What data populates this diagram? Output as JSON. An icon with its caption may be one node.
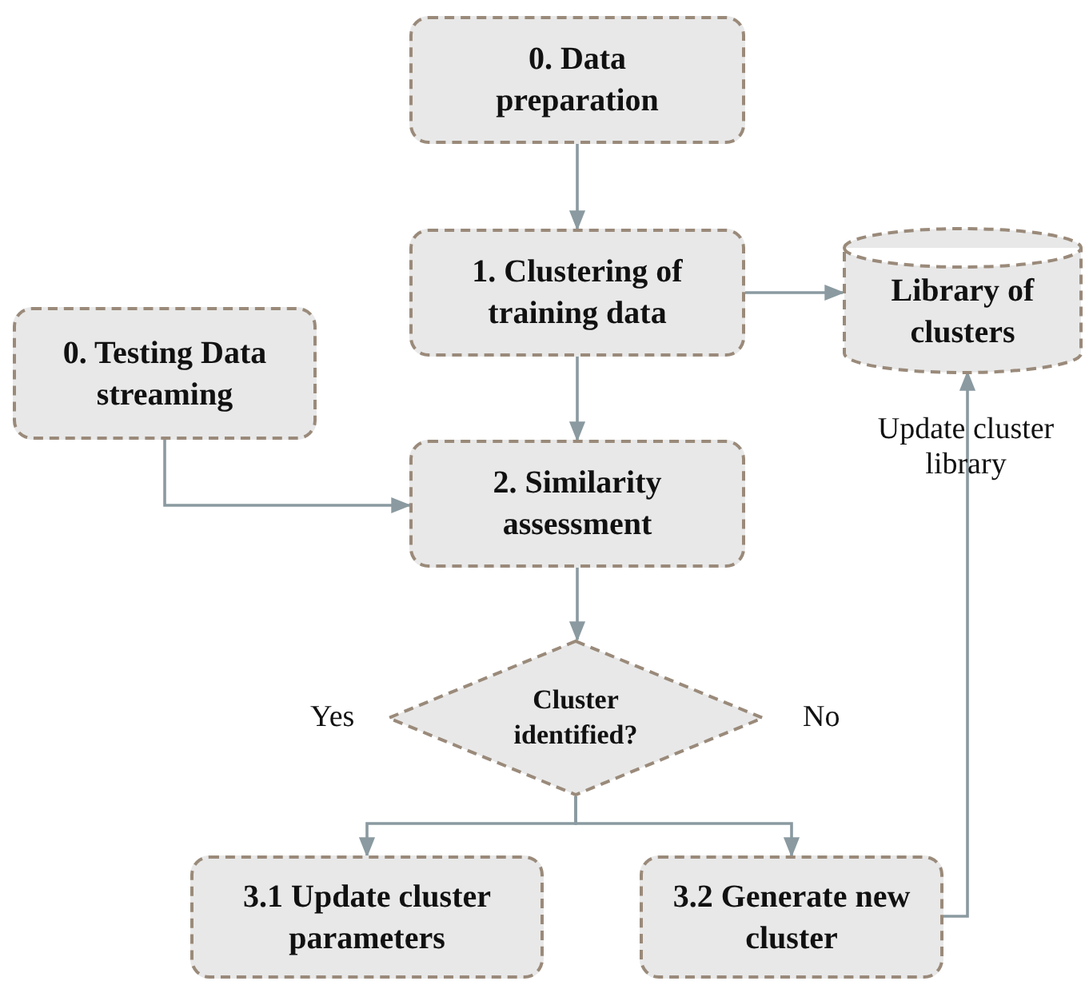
{
  "diagram": {
    "nodes": [
      {
        "text": [
          "0. Data preparation"
        ]
      },
      {
        "text": [
          "1. Clustering of training data"
        ]
      },
      {
        "text": [
          "Library of clusters"
        ]
      },
      {
        "text": [
          "0. Testing Data streaming"
        ]
      },
      {
        "text": [
          "2. Similarity assessment"
        ]
      },
      {
        "text": [
          "Cluster identified?"
        ]
      },
      {
        "text": [
          "3.1 Update cluster parameters"
        ]
      },
      {
        "text": [
          "3.2 Generate new cluster"
        ]
      }
    ],
    "edges": [
      {
        "from": 0,
        "to": 1,
        "arrow": "to"
      },
      {
        "from": 1,
        "to": 2,
        "arrow": "to"
      },
      {
        "from": 1,
        "to": 4,
        "arrow": "to"
      },
      {
        "from": 3,
        "to": 4,
        "arrow": "to"
      },
      {
        "from": 4,
        "to": 5,
        "arrow": "to"
      },
      {
        "from": 5,
        "to": 6,
        "arrow": "to",
        "label": "Yes"
      },
      {
        "from": 5,
        "to": 7,
        "arrow": "to",
        "label": "No"
      },
      {
        "from": 7,
        "to": 2,
        "arrow": "to",
        "label": "Update cluster library"
      }
    ]
  }
}
